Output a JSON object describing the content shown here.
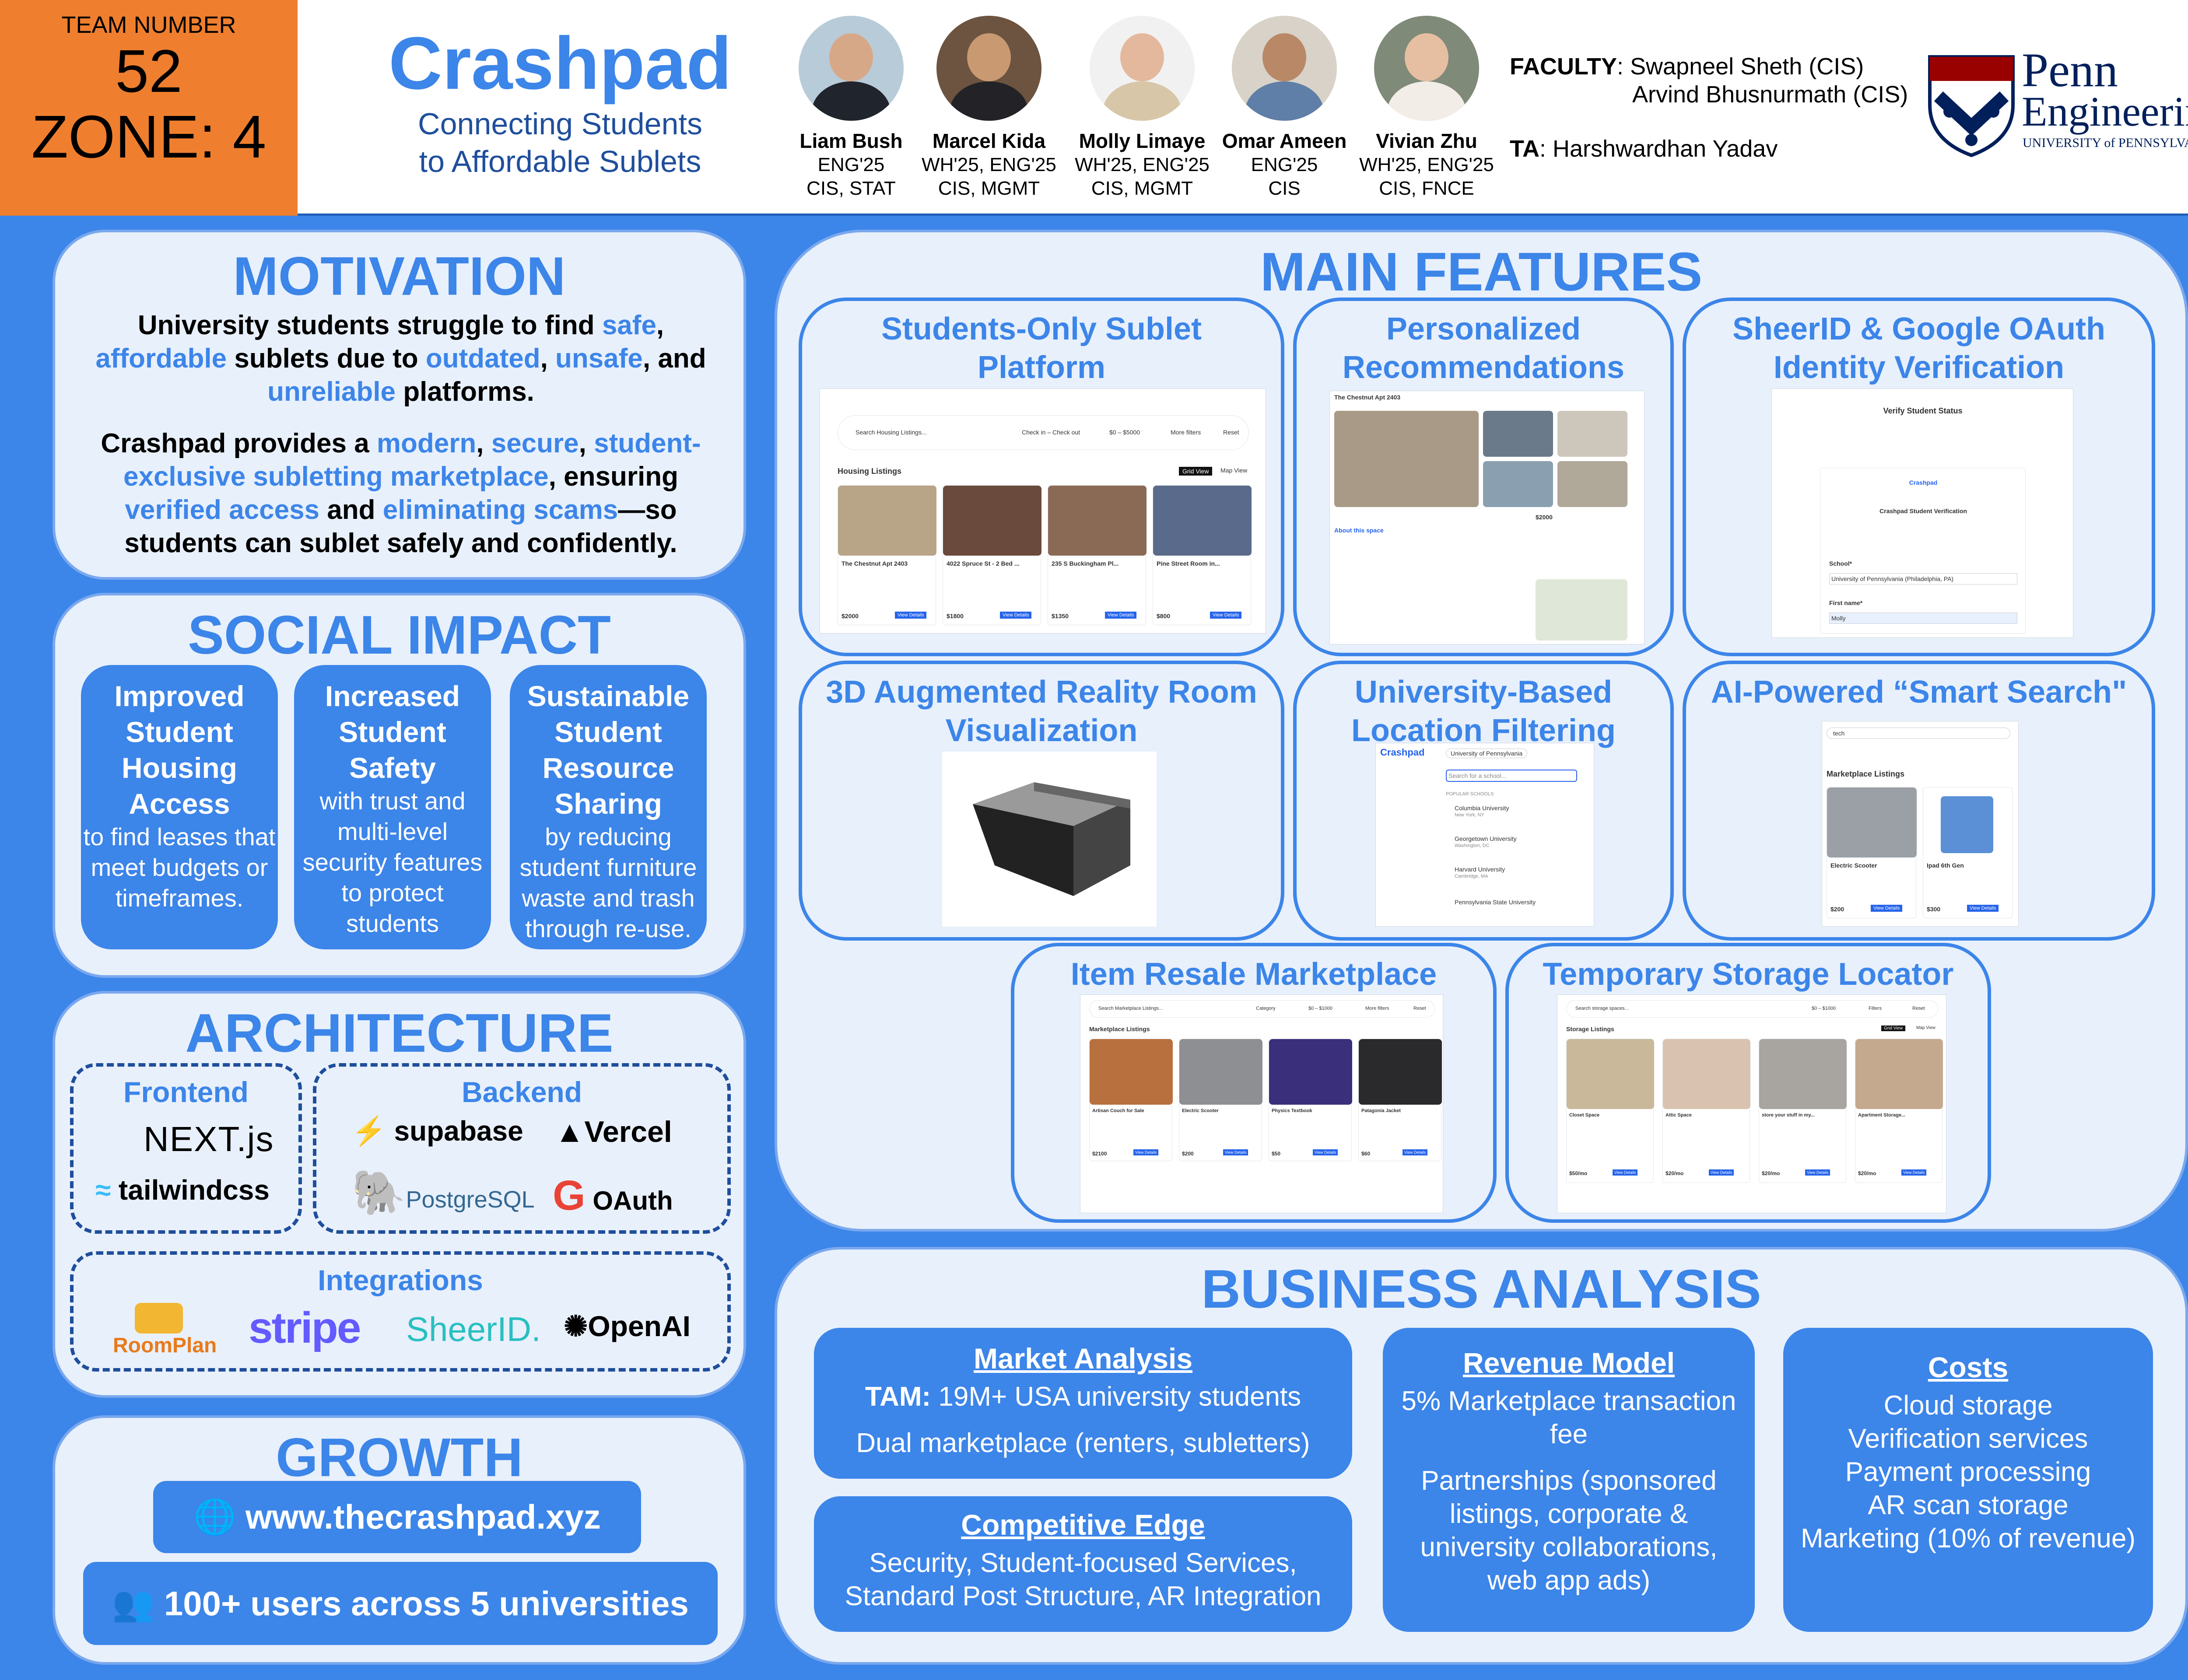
{
  "header": {
    "team_label": "TEAM NUMBER",
    "team_number": "52",
    "zone": "ZONE: 4",
    "title": "Crashpad",
    "subtitle_line1": "Connecting Students",
    "subtitle_line2": "to Affordable Sublets",
    "members": [
      {
        "name": "Liam Bush",
        "degree": "ENG'25",
        "major": "CIS, STAT"
      },
      {
        "name": "Marcel Kida",
        "degree": "WH'25, ENG'25",
        "major": "CIS, MGMT"
      },
      {
        "name": "Molly Limaye",
        "degree": "WH'25, ENG'25",
        "major": "CIS, MGMT"
      },
      {
        "name": "Omar Ameen",
        "degree": "ENG'25",
        "major": "CIS"
      },
      {
        "name": "Vivian Zhu",
        "degree": "WH'25, ENG'25",
        "major": "CIS, FNCE"
      }
    ],
    "faculty_label": "FACULTY",
    "faculty_1": "Swapneel Sheth (CIS)",
    "faculty_2": "Arvind Bhusnurmath (CIS)",
    "ta_label": "TA",
    "ta": "Harshwardhan Yadav",
    "penn_line1": "Penn",
    "penn_line2": "Engineering",
    "penn_line3": "UNIVERSITY of PENNSYLVANIA"
  },
  "motivation": {
    "title": "MOTIVATION",
    "p1": [
      "University students struggle to find ",
      "safe",
      ", ",
      "affordable",
      " sublets due to ",
      "outdated",
      ", ",
      "unsafe",
      ", and ",
      "unreliable",
      " platforms."
    ],
    "p2": [
      "Crashpad provides a ",
      "modern",
      ", ",
      "secure",
      ", ",
      "student-exclusive subletting marketplace",
      ", ensuring ",
      "verified access",
      " and ",
      "eliminating scams",
      "—so students can sublet safely and confidently."
    ]
  },
  "social_impact": {
    "title": "SOCIAL IMPACT",
    "items": [
      {
        "bold": "Improved Student Housing Access",
        "rest": "to find leases that meet budgets or timeframes."
      },
      {
        "bold": "Increased Student Safety",
        "rest": "with trust and multi-level security features to protect students"
      },
      {
        "bold": "Sustainable Student Resource Sharing",
        "rest": "by reducing student furniture waste and trash through re-use."
      }
    ]
  },
  "architecture": {
    "title": "ARCHITECTURE",
    "frontend_label": "Frontend",
    "backend_label": "Backend",
    "integrations_label": "Integrations",
    "logos": {
      "next": "NEXT.js",
      "tailwind": "tailwindcss",
      "supabase": "supabase",
      "vercel": "Vercel",
      "postgres": "PostgreSQL",
      "oauth": "OAuth",
      "roomplan": "RoomPlan",
      "stripe": "stripe",
      "sheerid": "SheerID.",
      "openai": "OpenAI"
    }
  },
  "growth": {
    "title": "GROWTH",
    "url": "www.thecrashpad.xyz",
    "users": "100+ users across 5 universities"
  },
  "main_features": {
    "title": "MAIN FEATURES",
    "f1": "Students-Only Sublet Platform",
    "f2": "Personalized Recommendations",
    "f3": "SheerID & Google OAuth Identity Verification",
    "f4": "3D Augmented Reality Room Visualization",
    "f5": "University-Based Location Filtering",
    "f6": "AI-Powered “Smart Search\"",
    "f7": "Item Resale Marketplace",
    "f8": "Temporary Storage Locator",
    "s1": {
      "heading": "Housing Listings",
      "search": "Search Housing Listings...",
      "dates": "Check in – Check out",
      "price": "$0 – $5000",
      "more": "More filters",
      "reset": "Reset",
      "grid": "Grid View",
      "map": "Map View",
      "cards": [
        {
          "title": "The Chestnut Apt 2403",
          "price": "$2000"
        },
        {
          "title": "4022 Spruce St - 2 Bed ...",
          "price": "$1800"
        },
        {
          "title": "235 S Buckingham Pl...",
          "price": "$1350"
        },
        {
          "title": "Pine Street Room in...",
          "price": "$800"
        }
      ],
      "view": "View Details"
    },
    "s2": {
      "heading": "The Chestnut Apt 2403",
      "about": "About this space",
      "price": "$2000"
    },
    "s3": {
      "heading": "Verify Student Status",
      "brand": "Crashpad",
      "sub": "Crashpad Student Verification",
      "school_label": "School*",
      "school": "University of Pennsylvania (Philadelphia, PA)",
      "first_label": "First name*",
      "first": "Molly"
    },
    "s5": {
      "brand": "Crashpad",
      "selected": "University of Pennsylvania",
      "search": "Search for a school...",
      "popular": "POPULAR SCHOOLS",
      "schools": [
        {
          "name": "Columbia University",
          "loc": "New York, NY"
        },
        {
          "name": "Georgetown University",
          "loc": "Washington, DC"
        },
        {
          "name": "Harvard University",
          "loc": "Cambridge, MA"
        },
        {
          "name": "Pennsylvania State University",
          "loc": ""
        }
      ]
    },
    "s6": {
      "query": "tech",
      "heading": "Marketplace Listings",
      "items": [
        {
          "title": "Electric Scooter",
          "price": "$200"
        },
        {
          "title": "Ipad 6th Gen",
          "price": "$300"
        }
      ],
      "view": "View Details"
    },
    "s7": {
      "search": "Search Marketplace Listings...",
      "category": "Category",
      "price": "$0 – $1000",
      "more": "More filters",
      "reset": "Reset",
      "heading": "Marketplace Listings",
      "items": [
        {
          "title": "Artisan Couch for Sale",
          "price": "$2100"
        },
        {
          "title": "Electric Scooter",
          "price": "$200"
        },
        {
          "title": "Physics Textbook",
          "price": "$50"
        },
        {
          "title": "Patagonia Jacket",
          "price": "$60"
        }
      ],
      "view": "View Details"
    },
    "s8": {
      "search": "Search storage spaces...",
      "price": "$0 – $1000",
      "filters": "Filters",
      "reset": "Reset",
      "heading": "Storage Listings",
      "grid": "Grid View",
      "map": "Map View",
      "items": [
        {
          "title": "Closet Space",
          "price": "$50/mo"
        },
        {
          "title": "Attic Space",
          "price": "$20/mo"
        },
        {
          "title": "store your stuff in my...",
          "price": "$20/mo"
        },
        {
          "title": "Apartment Storage...",
          "price": "$20/mo"
        }
      ],
      "view": "View Details"
    }
  },
  "business": {
    "title": "BUSINESS ANALYSIS",
    "market_title": "Market Analysis",
    "tam_label": "TAM:",
    "tam": "19M+ USA university students",
    "dual": "Dual marketplace (renters, subletters)",
    "edge_title": "Competitive Edge",
    "edge_1": "Security, Student-focused Services,",
    "edge_2": "Standard Post Structure, AR Integration",
    "revenue_title": "Revenue Model",
    "rev_1": "5% Marketplace transaction fee",
    "rev_2": "Partnerships (sponsored listings, corporate & university collaborations, web app ads)",
    "costs_title": "Costs",
    "costs": [
      "Cloud storage",
      "Verification services",
      "Payment processing",
      "AR scan storage",
      "Marketing (10% of revenue)"
    ]
  },
  "colors": {
    "accent": "#3c85e9",
    "orange": "#ef7f2e",
    "panel": "#e8f0fb",
    "navy": "#1f4e9c"
  }
}
